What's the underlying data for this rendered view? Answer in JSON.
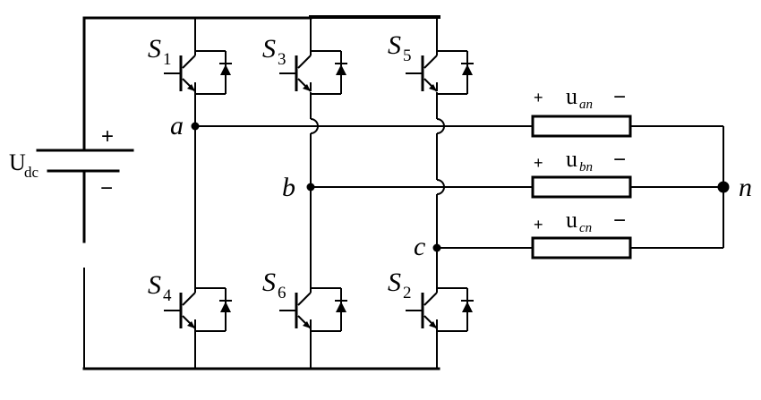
{
  "source": {
    "main": "U",
    "sub": "dc",
    "plus": "+",
    "minus": "−"
  },
  "switches": {
    "s1": {
      "letter": "S",
      "index": "1"
    },
    "s3": {
      "letter": "S",
      "index": "3"
    },
    "s5": {
      "letter": "S",
      "index": "5"
    },
    "s4": {
      "letter": "S",
      "index": "4"
    },
    "s6": {
      "letter": "S",
      "index": "6"
    },
    "s2": {
      "letter": "S",
      "index": "2"
    }
  },
  "nodes": {
    "a": "a",
    "b": "b",
    "c": "c",
    "n": "n"
  },
  "loads": [
    {
      "plus": "+",
      "main": "u",
      "sub": "an",
      "minus": "−"
    },
    {
      "plus": "+",
      "main": "u",
      "sub": "bn",
      "minus": "−"
    },
    {
      "plus": "+",
      "main": "u",
      "sub": "cn",
      "minus": "−"
    }
  ]
}
